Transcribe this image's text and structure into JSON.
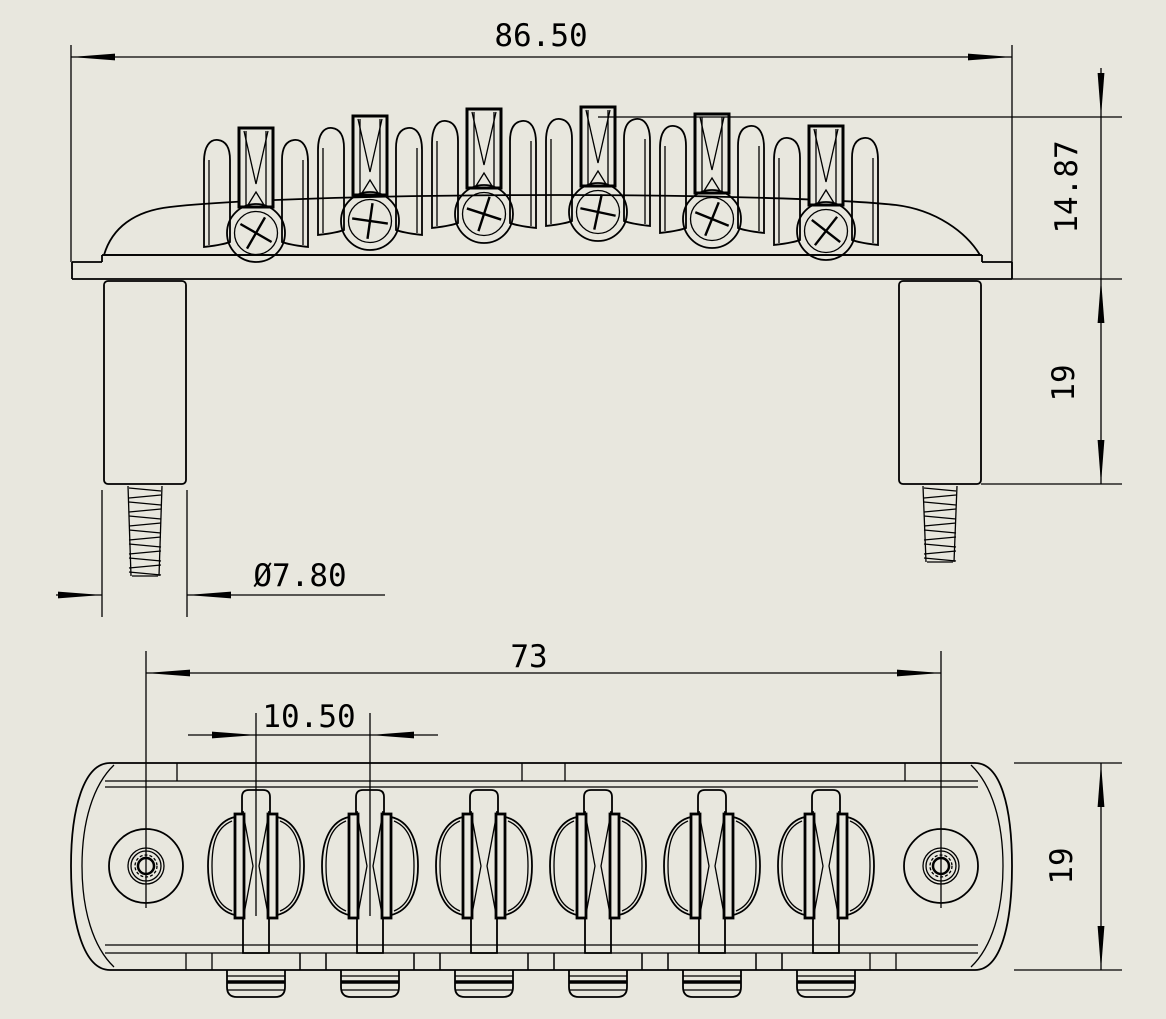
{
  "drawing": {
    "colors": {
      "background": "#e8e7de",
      "line": "#000000"
    },
    "saddle_count": 6,
    "dims": {
      "overall_length": "86.50",
      "saddle_height": "14.87",
      "post_height": "19",
      "post_diameter": "Ø7.80",
      "post_spacing": "73",
      "string_pitch": "10.50",
      "body_width": "19"
    }
  }
}
